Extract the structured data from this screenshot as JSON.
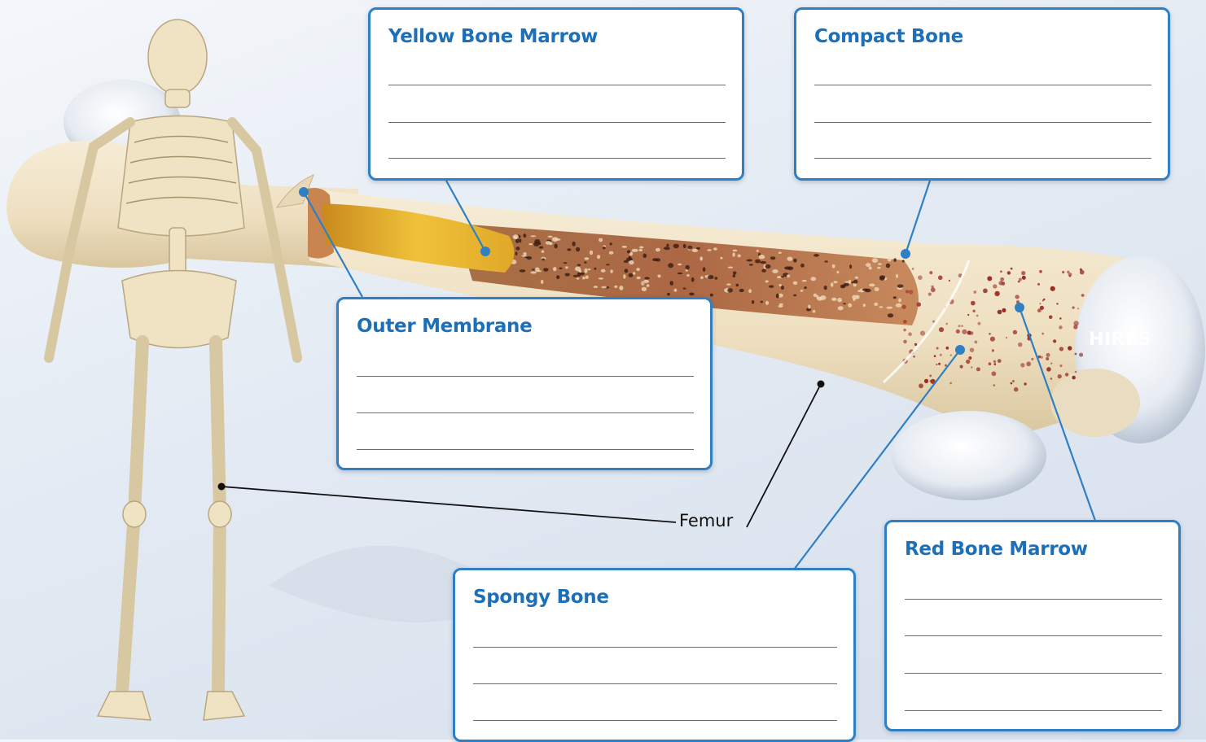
{
  "labels": {
    "yellow_marrow": "Yellow Bone Marrow",
    "compact_bone": "Compact Bone",
    "outer_membrane": "Outer Membrane",
    "spongy_bone": "Spongy Bone",
    "red_marrow": "Red Bone Marrow",
    "femur": "Femur"
  },
  "watermark": "HIRES",
  "colors": {
    "accent": "#2f7fc4",
    "title": "#1d6fb8",
    "bone": "#efe2c6",
    "marrow_yellow": "#e8b530",
    "marrow_red": "#9a2a22"
  }
}
